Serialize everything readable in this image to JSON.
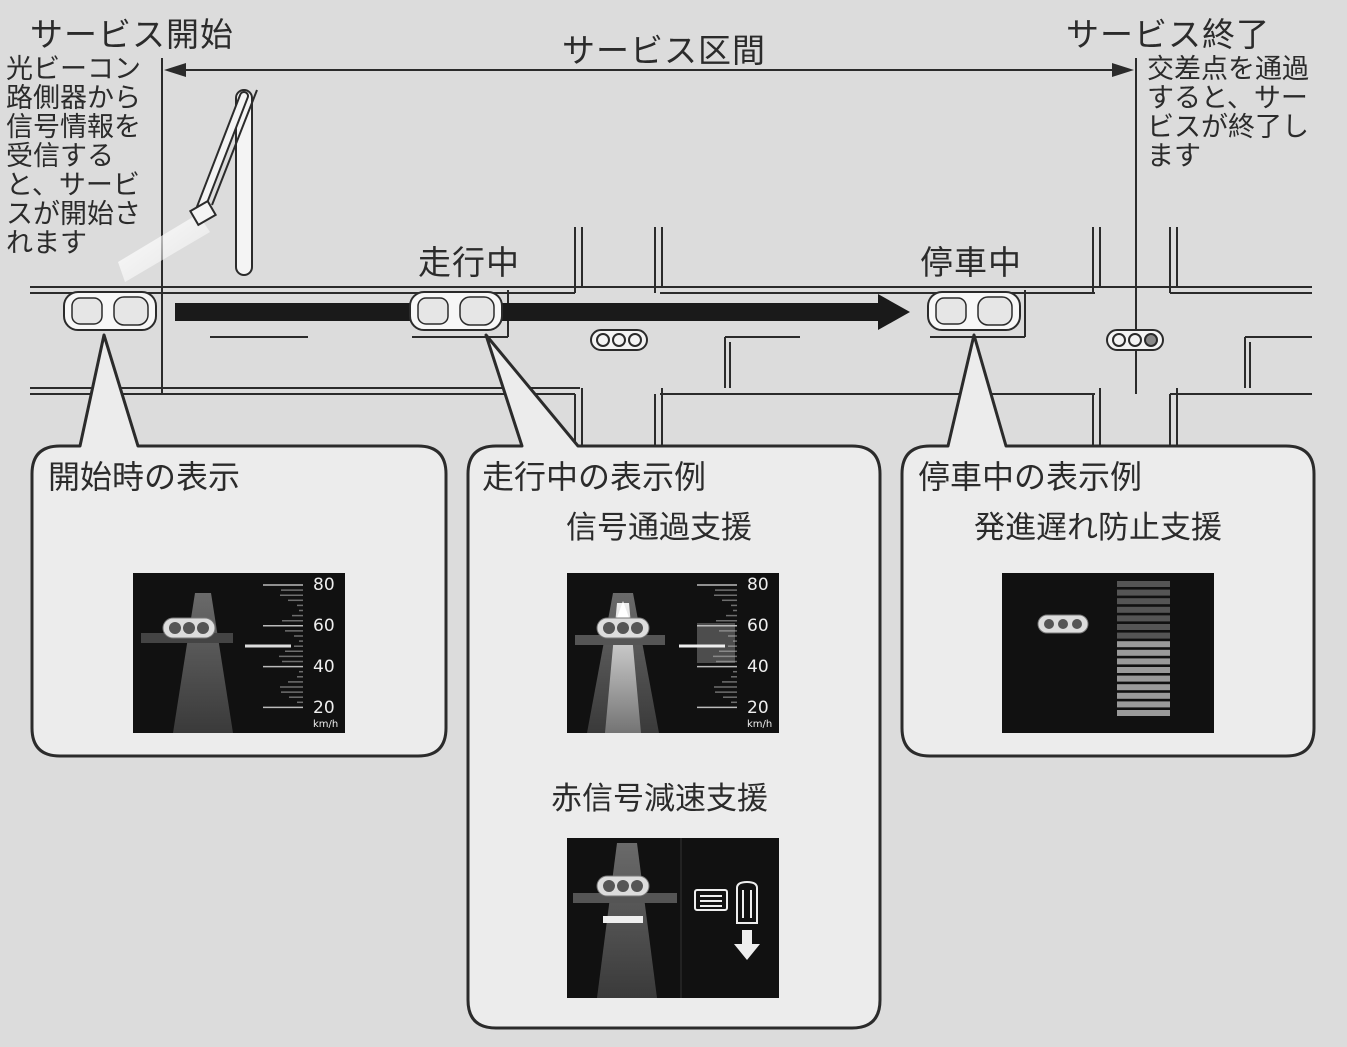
{
  "labels": {
    "service_start": "サービス開始",
    "service_section": "サービス区間",
    "service_end": "サービス終了",
    "start_note": "光ビーコン\n路側器から\n信号情報を\n受信する\nと、サービ\nスが開始さ\nれます",
    "end_note": "交差点を通過\nすると、サー\nビスが終了し\nます",
    "driving": "走行中",
    "stopped": "停車中"
  },
  "panels": {
    "start": {
      "title": "開始時の表示"
    },
    "driving": {
      "title": "走行中の表示例",
      "sub1": "信号通過支援",
      "sub2": "赤信号減速支援"
    },
    "stopped": {
      "title": "停車中の表示例",
      "sub1": "発進遅れ防止支援"
    }
  },
  "gauge": {
    "ticks": [
      "80",
      "60",
      "40",
      "20"
    ],
    "unit": "km/h"
  },
  "colors": {
    "background": "#dcdcdc",
    "panel": "#ececec",
    "line": "#2b2b2b",
    "screen": "#111111"
  }
}
